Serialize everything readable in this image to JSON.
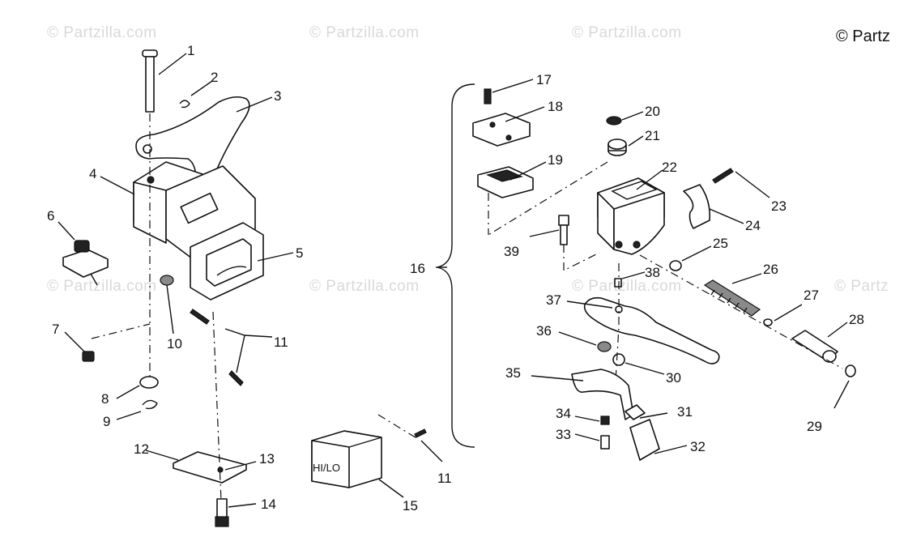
{
  "watermarks": {
    "wm1": "© Partzilla.com",
    "wm2": "© Partzilla.com",
    "wm3": "© Partzilla.com",
    "wm4": "© Partzilla.com",
    "wm5": "© Partzilla.com",
    "wm6": "© Partzilla.com",
    "wm7": "© Partz"
  },
  "corner_copyright": "© Partz",
  "switch_label": "HI/LO",
  "callouts": {
    "c1": "1",
    "c2": "2",
    "c3": "3",
    "c4": "4",
    "c5": "5",
    "c6": "6",
    "c7": "7",
    "c8": "8",
    "c9": "9",
    "c10": "10",
    "c11a": "11",
    "c11b": "11",
    "c12": "12",
    "c13": "13",
    "c14": "14",
    "c15": "15",
    "c16": "16",
    "c17": "17",
    "c18": "18",
    "c19": "19",
    "c20": "20",
    "c21": "21",
    "c22": "22",
    "c23": "23",
    "c24": "24",
    "c25": "25",
    "c26": "26",
    "c27": "27",
    "c28": "28",
    "c29": "29",
    "c30": "30",
    "c31": "31",
    "c32": "32",
    "c33": "33",
    "c34": "34",
    "c35": "35",
    "c36": "36",
    "c37": "37",
    "c38": "38",
    "c39": "39"
  }
}
